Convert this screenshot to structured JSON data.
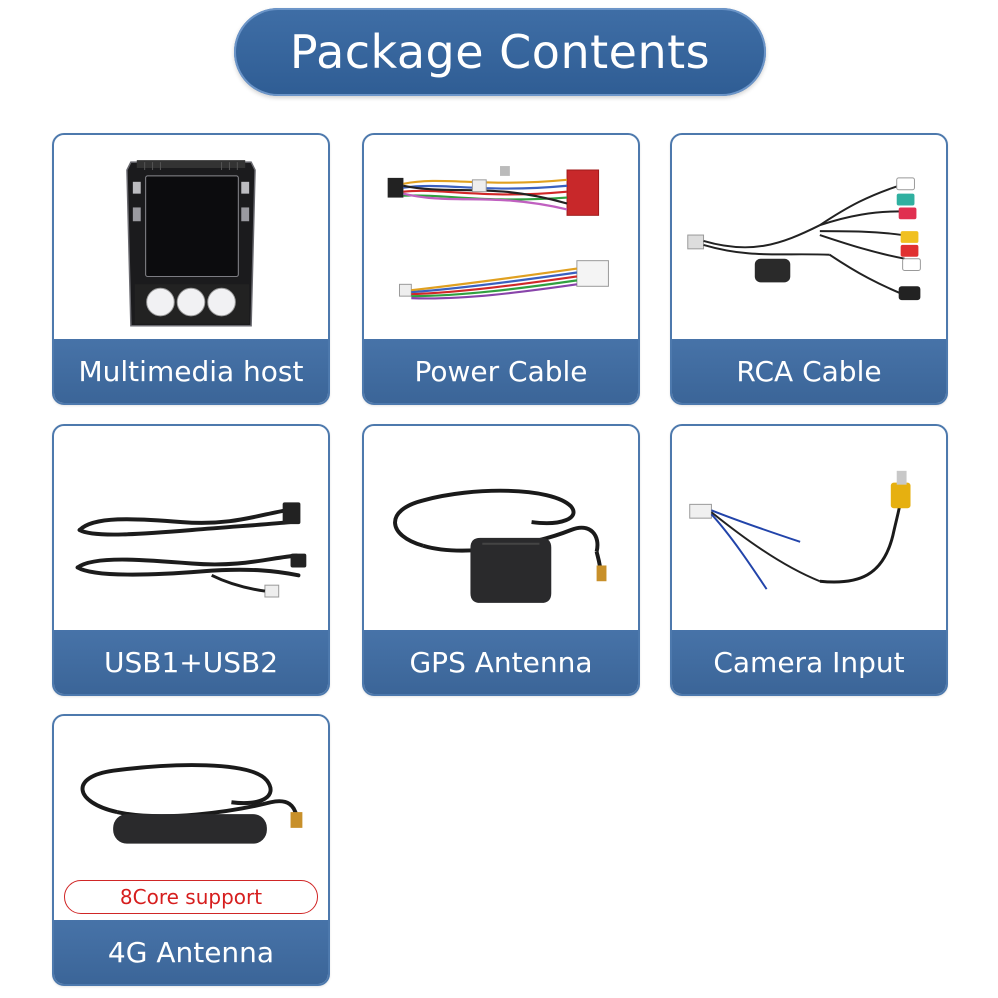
{
  "header": {
    "title": "Package Contents"
  },
  "items": [
    {
      "label": "Multimedia host",
      "icon": "multimedia-head-unit-icon"
    },
    {
      "label": "Power Cable",
      "icon": "power-cable-harness-icon"
    },
    {
      "label": "RCA Cable",
      "icon": "rca-cable-icon"
    },
    {
      "label": "USB1+USB2",
      "icon": "usb-cable-icon"
    },
    {
      "label": "GPS Antenna",
      "icon": "gps-antenna-icon"
    },
    {
      "label": "Camera Input",
      "icon": "camera-input-cable-icon"
    },
    {
      "label": "4G Antenna",
      "icon": "4g-antenna-icon",
      "badge": "8Core support"
    }
  ],
  "colors": {
    "accent_blue": "#3f6ea6",
    "badge_red": "#d61e1e",
    "rca_plugs": [
      "#e03030",
      "#f0c020",
      "#30b0a0",
      "#ffffff",
      "#e03050"
    ]
  }
}
